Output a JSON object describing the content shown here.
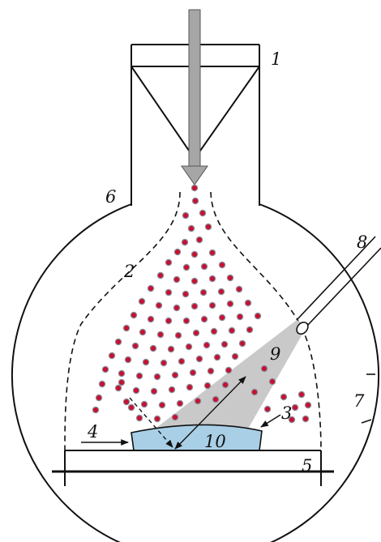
{
  "diagram": {
    "labels": {
      "l1": "1",
      "l2": "2",
      "l3": "3",
      "l4": "4",
      "l5": "5",
      "l6": "6",
      "l7": "7",
      "l8": "8",
      "l9": "9",
      "l10": "10"
    },
    "colors": {
      "particle_fill": "#c8102e",
      "particle_outline": "#8a8fa0",
      "plume": "#c9c9c9",
      "liquid": "#a9cfe6",
      "feed_arrow": "#a6a6a6",
      "line": "#111111"
    }
  }
}
